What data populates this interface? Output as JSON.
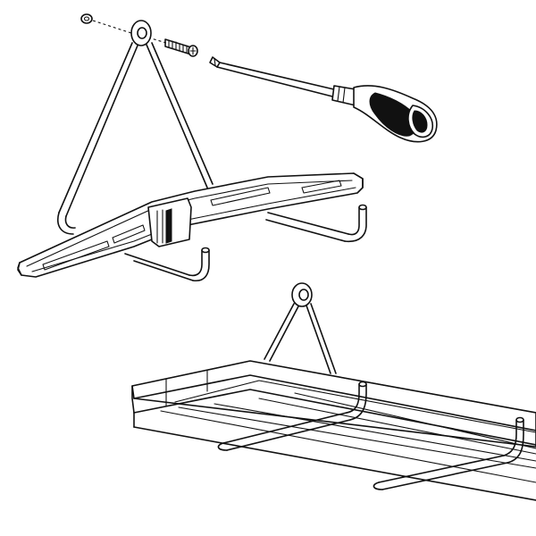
{
  "diagram": {
    "parts": [
      {
        "id": "washer",
        "icon": "washer-icon"
      },
      {
        "id": "screw",
        "icon": "screw-icon"
      },
      {
        "id": "screwdriver",
        "icon": "screwdriver-icon"
      },
      {
        "id": "hanger-bracket",
        "icon": "hanger-bracket-icon"
      },
      {
        "id": "spirit-level",
        "icon": "level-icon"
      },
      {
        "id": "mounted-shelf",
        "icon": "shelf-icon"
      }
    ],
    "colors": {
      "stroke": "#111111",
      "background": "#ffffff"
    }
  }
}
